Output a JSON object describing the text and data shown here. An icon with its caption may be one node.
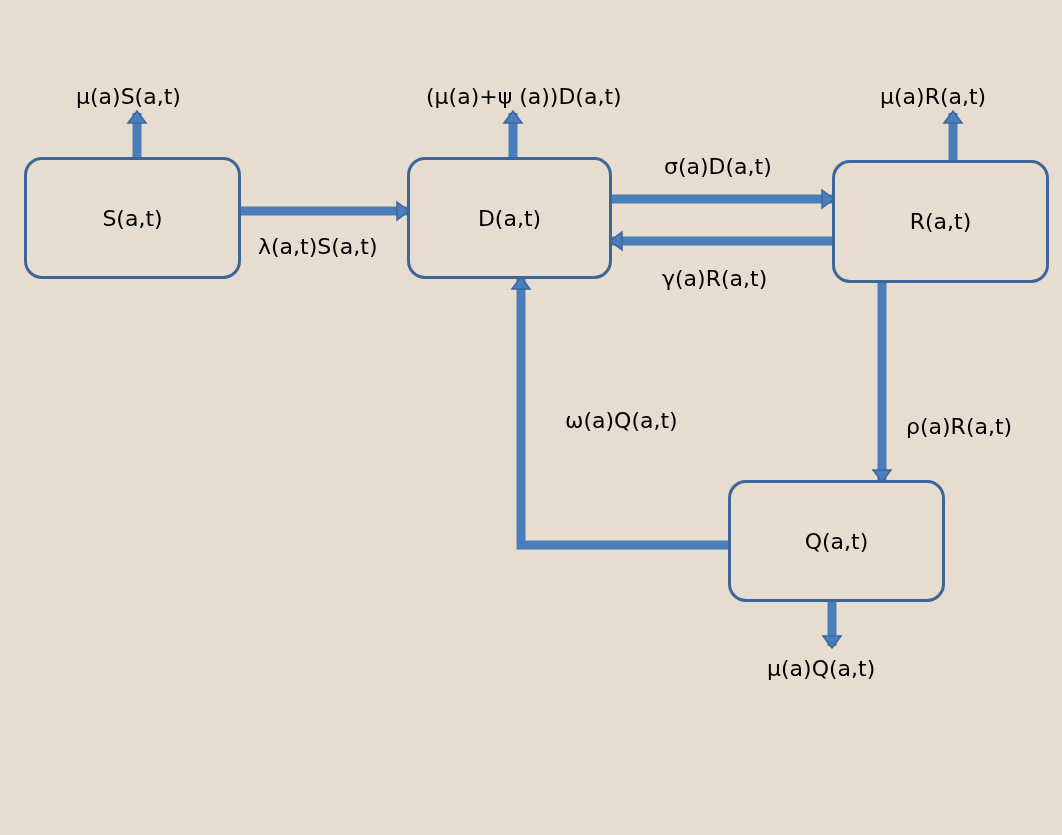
{
  "diagram": {
    "nodes": [
      {
        "text": [
          "S(a,t)"
        ]
      },
      {
        "text": [
          "D(a,t)"
        ]
      },
      {
        "text": [
          "R(a,t)"
        ]
      },
      {
        "text": [
          "Q(a,t)"
        ]
      }
    ],
    "edges": [
      {
        "from": 0,
        "to": 1,
        "arrow": "to",
        "label": "λ(a,t)S(a,t)"
      },
      {
        "from": 1,
        "to": 2,
        "arrow": "to",
        "label": "σ(a)D(a,t)"
      },
      {
        "from": 2,
        "to": 1,
        "arrow": "to",
        "label": "γ(a)R(a,t)"
      },
      {
        "from": 2,
        "to": 3,
        "arrow": "to",
        "label": "ρ(a)R(a,t)"
      },
      {
        "from": 3,
        "to": 1,
        "arrow": "to",
        "label": "ω(a)Q(a,t)"
      },
      {
        "from": 0,
        "to": null,
        "arrow": "to",
        "label": "μ(a)S(a,t)"
      },
      {
        "from": 1,
        "to": null,
        "arrow": "to",
        "label": "(μ(a)+ψ (a))D(a,t)"
      },
      {
        "from": 2,
        "to": null,
        "arrow": "to",
        "label": "μ(a)R(a,t)"
      },
      {
        "from": 3,
        "to": null,
        "arrow": "to",
        "label": "μ(a)Q(a,t)"
      }
    ]
  }
}
